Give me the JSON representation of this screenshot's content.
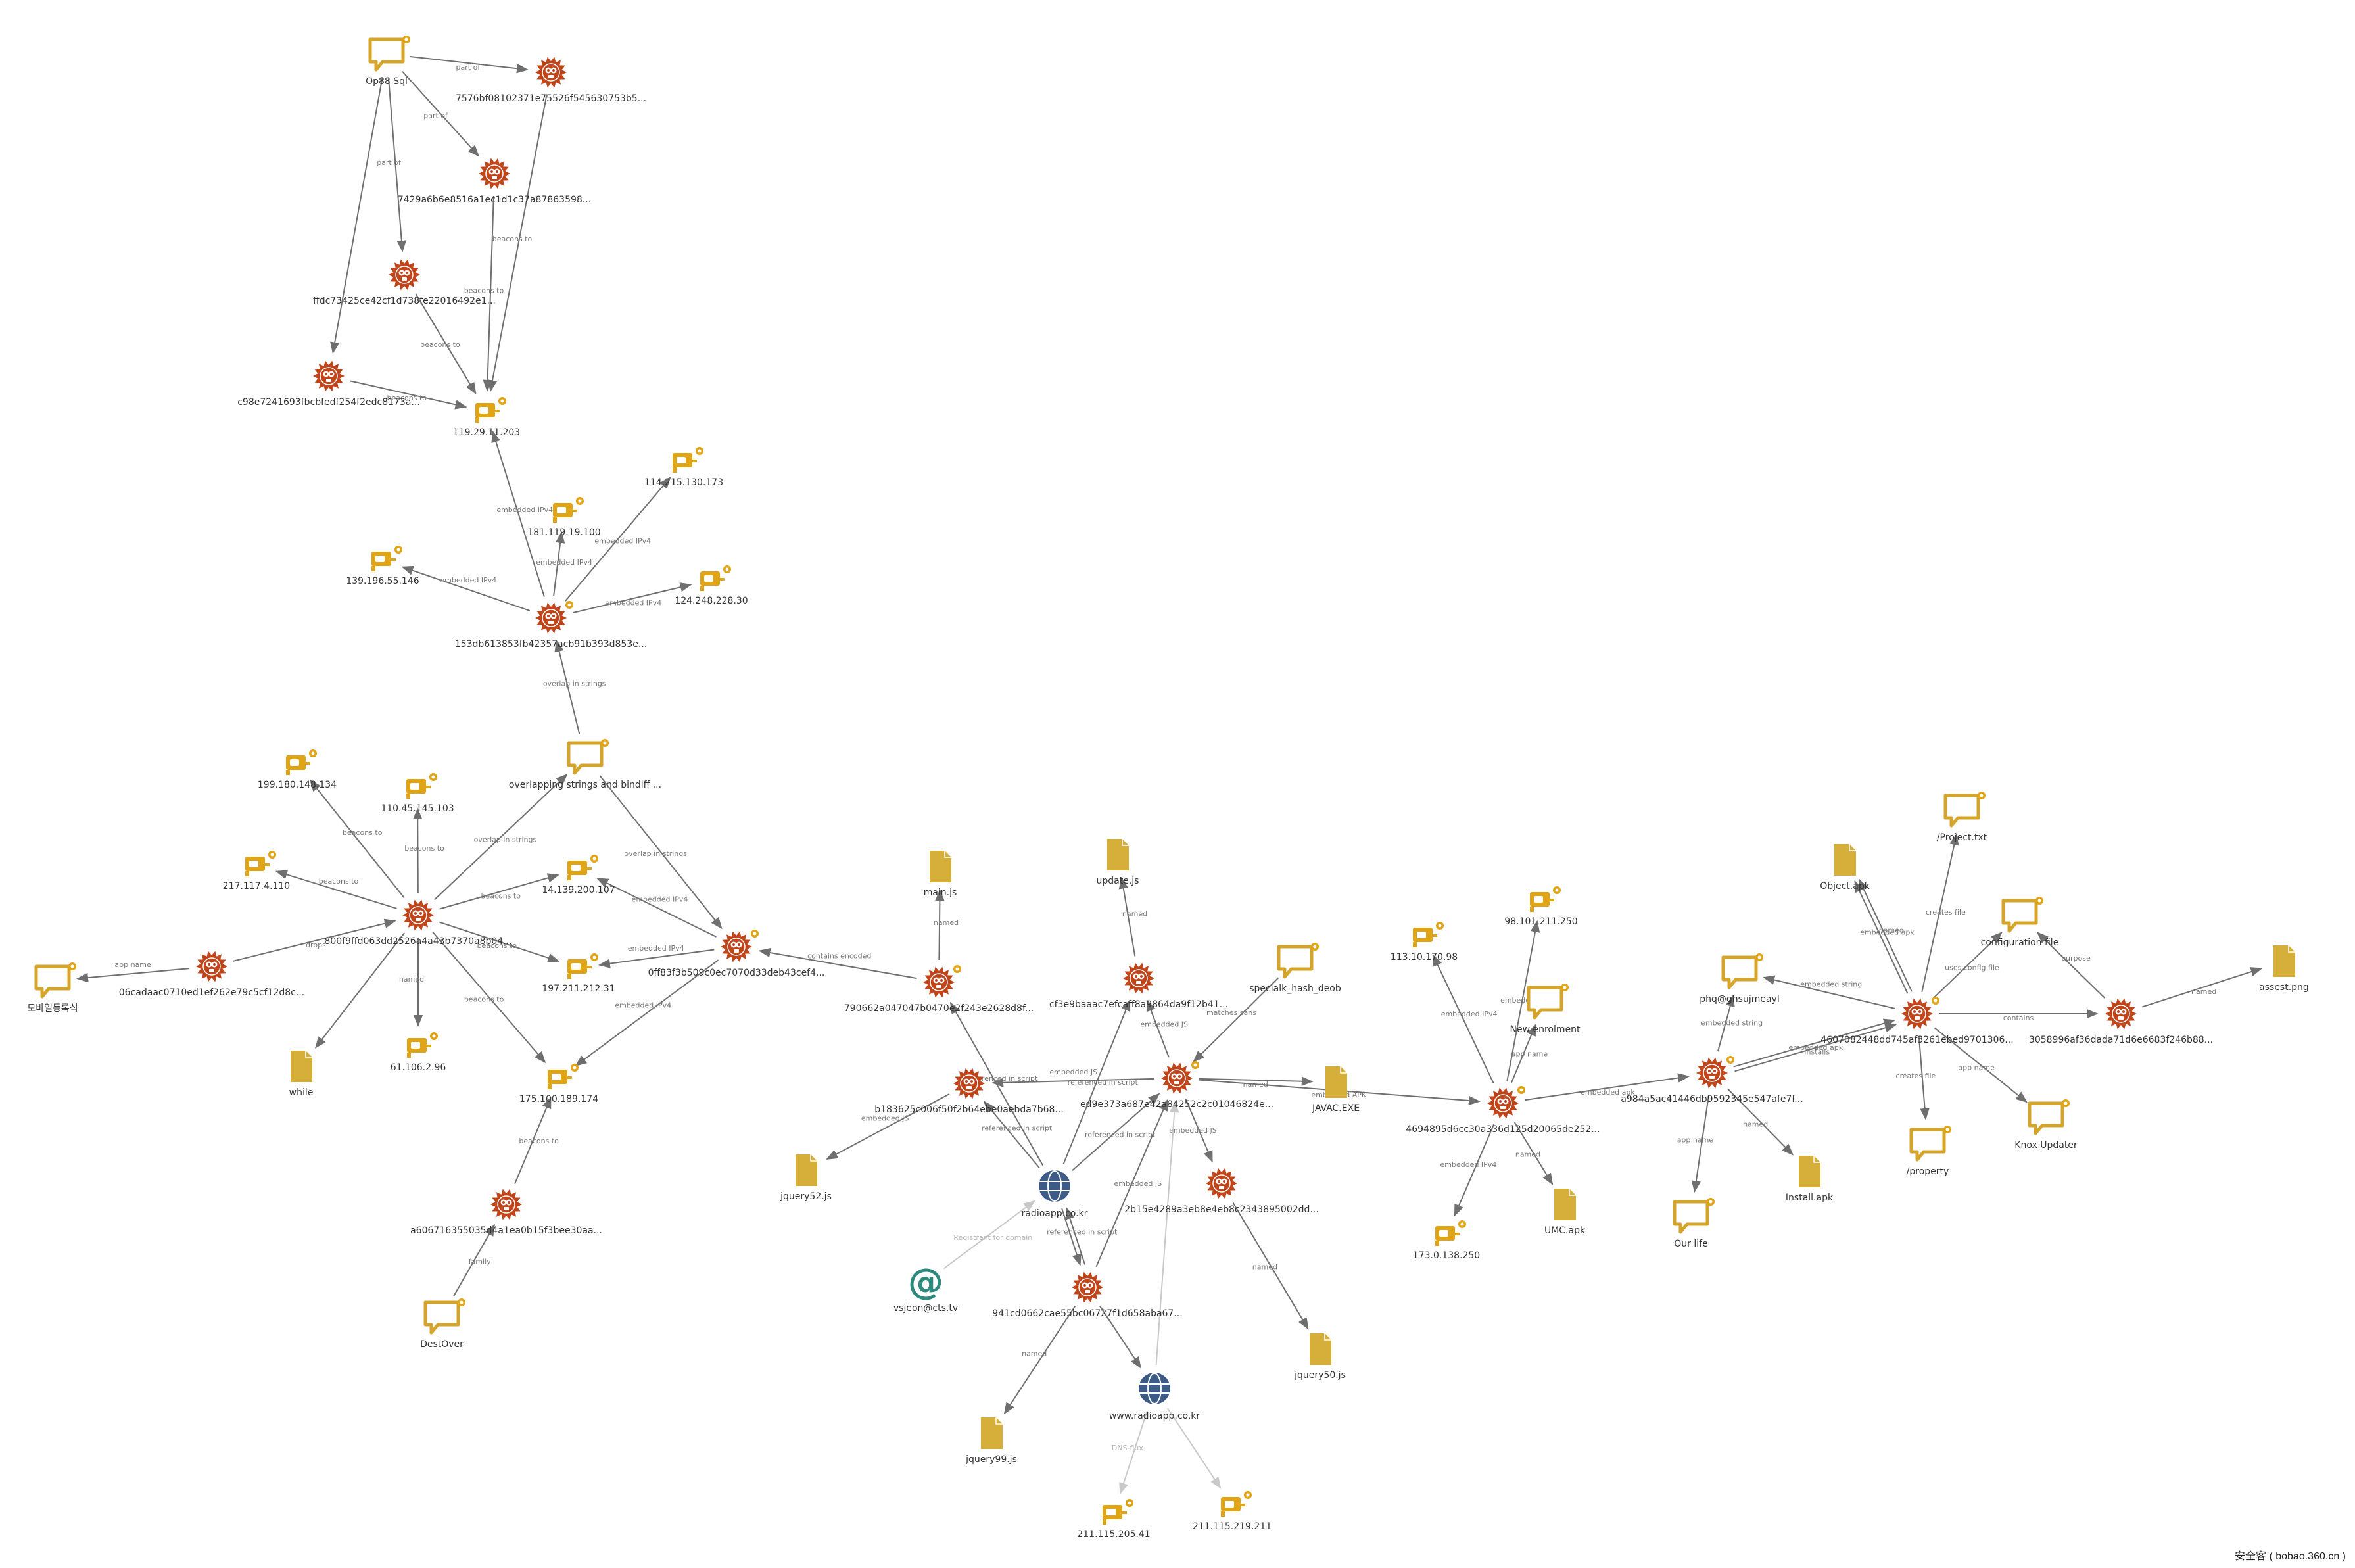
{
  "colors": {
    "malware": "#c1451b",
    "server": "#e0a417",
    "comment": "#d4a52a",
    "file": "#d6ae3a",
    "domain": "#3d5b87",
    "email": "#2e8a7e",
    "edge": "#6f6f6f",
    "edge_faint": "#c8c8c8"
  },
  "nodes": [
    {
      "id": "op88",
      "type": "comment",
      "label": "Op88 Sql"
    },
    {
      "id": "h7576",
      "type": "malware",
      "label": "7576bf08102371e75526f545630753b5..."
    },
    {
      "id": "h7429",
      "type": "malware",
      "label": "7429a6b6e8516a1ec1d1c37a87863598..."
    },
    {
      "id": "hffdc",
      "type": "malware",
      "label": "ffdc73425ce42cf1d738fe22016492e1..."
    },
    {
      "id": "hc98e",
      "type": "malware",
      "label": "c98e7241693fbcbfedf254f2edc8173a..."
    },
    {
      "id": "ip119",
      "type": "server",
      "label": "119.29.11.203"
    },
    {
      "id": "ip114",
      "type": "server",
      "label": "114.215.130.173"
    },
    {
      "id": "ip181",
      "type": "server",
      "label": "181.119.19.100"
    },
    {
      "id": "ip139",
      "type": "server",
      "label": "139.196.55.146"
    },
    {
      "id": "ip124",
      "type": "server",
      "label": "124.248.228.30"
    },
    {
      "id": "h153d",
      "type": "malware",
      "label": "153db613853fb42357acb91b393d853e...",
      "badge": true
    },
    {
      "id": "overlap",
      "type": "comment",
      "label": "overlapping strings and bindiff ..."
    },
    {
      "id": "ip199",
      "type": "server",
      "label": "199.180.148.134"
    },
    {
      "id": "ip110",
      "type": "server",
      "label": "110.45.145.103"
    },
    {
      "id": "ip217",
      "type": "server",
      "label": "217.117.4.110"
    },
    {
      "id": "ip14",
      "type": "server",
      "label": "14.139.200.107"
    },
    {
      "id": "h800f",
      "type": "malware",
      "label": "800f9ffd063dd2526a4a43b7370a8b04..."
    },
    {
      "id": "h06ca",
      "type": "malware",
      "label": "06cadaac0710ed1ef262e79c5cf12d8c..."
    },
    {
      "id": "korean",
      "type": "comment",
      "label": "모바일등록식"
    },
    {
      "id": "ip197",
      "type": "server",
      "label": "197.211.212.31"
    },
    {
      "id": "h0ff8",
      "type": "malware",
      "label": "0ff83f3b509c0ec7070d33deb43cef4...",
      "badge": true
    },
    {
      "id": "while",
      "type": "file",
      "label": "while"
    },
    {
      "id": "ip61",
      "type": "server",
      "label": "61.106.2.96"
    },
    {
      "id": "ip175",
      "type": "server",
      "label": "175.100.189.174"
    },
    {
      "id": "ha606",
      "type": "malware",
      "label": "a606716355035d4a1ea0b15f3bee30aa..."
    },
    {
      "id": "destover",
      "type": "comment",
      "label": "DestOver"
    },
    {
      "id": "mainjs",
      "type": "file",
      "label": "main.js"
    },
    {
      "id": "h7906",
      "type": "malware",
      "label": "790662a047047b0470e2f243e2628d8f...",
      "badge": true
    },
    {
      "id": "updatejs",
      "type": "file",
      "label": "update.js"
    },
    {
      "id": "hcf3e",
      "type": "malware",
      "label": "cf3e9baaac7efcaff8a9864da9f12b41..."
    },
    {
      "id": "specialk",
      "type": "comment",
      "label": "specialk_hash_deob"
    },
    {
      "id": "hed9e",
      "type": "malware",
      "label": "ed9e373a687e42a84252c2c01046824e...",
      "badge": true
    },
    {
      "id": "javac",
      "type": "file",
      "label": "JAVAC.EXE"
    },
    {
      "id": "hb183",
      "type": "malware",
      "label": "b183625c006f50f2b64ebe0aebda7b68..."
    },
    {
      "id": "jquery52",
      "type": "file",
      "label": "jquery52.js"
    },
    {
      "id": "radioapp",
      "type": "domain",
      "label": "radioapp.co.kr"
    },
    {
      "id": "h2b15",
      "type": "malware",
      "label": "2b15e4289a3eb8e4eb8c2343895002dd..."
    },
    {
      "id": "vsjeon",
      "type": "email",
      "label": "vsjeon@cts.tv"
    },
    {
      "id": "h941c",
      "type": "malware",
      "label": "941cd0662cae55bc06727f1d658aba67..."
    },
    {
      "id": "jquery99",
      "type": "file",
      "label": "jquery99.js"
    },
    {
      "id": "wwwradio",
      "type": "domain",
      "label": "www.radioapp.co.kr"
    },
    {
      "id": "jquery50",
      "type": "file",
      "label": "jquery50.js"
    },
    {
      "id": "ip211a",
      "type": "server",
      "label": "211.115.205.41"
    },
    {
      "id": "ip211b",
      "type": "server",
      "label": "211.115.219.211"
    },
    {
      "id": "ip113",
      "type": "server",
      "label": "113.10.170.98"
    },
    {
      "id": "ip98",
      "type": "server",
      "label": "98.101.211.250"
    },
    {
      "id": "newenrol",
      "type": "comment",
      "label": "New enrolment"
    },
    {
      "id": "h4694",
      "type": "malware",
      "label": "4694895d6cc30a336d125d20065de252...",
      "badge": true
    },
    {
      "id": "ip173",
      "type": "server",
      "label": "173.0.138.250"
    },
    {
      "id": "umcapk",
      "type": "file",
      "label": "UMC.apk"
    },
    {
      "id": "ha984",
      "type": "malware",
      "label": "a984a5ac41446db9592345e547afe7f...",
      "badge": true
    },
    {
      "id": "phq",
      "type": "comment",
      "label": "phq@ghsujmeayl"
    },
    {
      "id": "ourlife",
      "type": "comment",
      "label": "Our life"
    },
    {
      "id": "installapk",
      "type": "file",
      "label": "Install.apk"
    },
    {
      "id": "objectapk",
      "type": "file",
      "label": "Object.apk"
    },
    {
      "id": "projecttxt",
      "type": "comment",
      "label": "/Project.txt"
    },
    {
      "id": "config",
      "type": "comment",
      "label": "configuration file"
    },
    {
      "id": "h4607",
      "type": "malware",
      "label": "4607082448dd745af3261ebed9701306...",
      "badge": true
    },
    {
      "id": "property",
      "type": "comment",
      "label": "/property"
    },
    {
      "id": "knox",
      "type": "comment",
      "label": "Knox Updater"
    },
    {
      "id": "h3058",
      "type": "malware",
      "label": "3058996af36dada71d6e6683f246b88..."
    },
    {
      "id": "assetpng",
      "type": "file",
      "label": "assest.png"
    }
  ],
  "edges": [
    {
      "from": "op88",
      "to": "h7576",
      "label": "part of"
    },
    {
      "from": "op88",
      "to": "h7429",
      "label": "part of"
    },
    {
      "from": "op88",
      "to": "hffdc",
      "label": "part of"
    },
    {
      "from": "op88",
      "to": "hc98e",
      "label": ""
    },
    {
      "from": "h7576",
      "to": "ip119",
      "label": "beacons to"
    },
    {
      "from": "h7429",
      "to": "ip119",
      "label": "beacons to"
    },
    {
      "from": "hffdc",
      "to": "ip119",
      "label": "beacons to"
    },
    {
      "from": "hc98e",
      "to": "ip119",
      "label": "beacons to"
    },
    {
      "from": "h153d",
      "to": "ip119",
      "label": "embedded IPv4"
    },
    {
      "from": "h153d",
      "to": "ip181",
      "label": "embedded IPv4"
    },
    {
      "from": "h153d",
      "to": "ip114",
      "label": "embedded IPv4"
    },
    {
      "from": "h153d",
      "to": "ip139",
      "label": "embedded IPv4"
    },
    {
      "from": "h153d",
      "to": "ip124",
      "label": "embedded IPv4"
    },
    {
      "from": "overlap",
      "to": "h153d",
      "label": "overlap in strings"
    },
    {
      "from": "h800f",
      "to": "overlap",
      "label": "overlap in strings"
    },
    {
      "from": "overlap",
      "to": "h0ff8",
      "label": "overlap in strings"
    },
    {
      "from": "h800f",
      "to": "ip199",
      "label": "beacons to"
    },
    {
      "from": "h800f",
      "to": "ip110",
      "label": "beacons to"
    },
    {
      "from": "h800f",
      "to": "ip217",
      "label": "beacons to"
    },
    {
      "from": "h800f",
      "to": "ip14",
      "label": "beacons to"
    },
    {
      "from": "h800f",
      "to": "ip197",
      "label": "beacons to"
    },
    {
      "from": "h800f",
      "to": "ip175",
      "label": "beacons to"
    },
    {
      "from": "h800f",
      "to": "ip61",
      "label": "named"
    },
    {
      "from": "h800f",
      "to": "while",
      "label": ""
    },
    {
      "from": "h06ca",
      "to": "h800f",
      "label": "drops"
    },
    {
      "from": "h06ca",
      "to": "korean",
      "label": "app name"
    },
    {
      "from": "h0ff8",
      "to": "ip14",
      "label": "embedded IPv4"
    },
    {
      "from": "h0ff8",
      "to": "ip197",
      "label": "embedded IPv4"
    },
    {
      "from": "h0ff8",
      "to": "ip175",
      "label": "embedded IPv4"
    },
    {
      "from": "ha606",
      "to": "ip175",
      "label": "beacons to"
    },
    {
      "from": "destover",
      "to": "ha606",
      "label": "family"
    },
    {
      "from": "h7906",
      "to": "h0ff8",
      "label": "contains encoded"
    },
    {
      "from": "h7906",
      "to": "mainjs",
      "label": "named"
    },
    {
      "from": "hcf3e",
      "to": "updatejs",
      "label": "named"
    },
    {
      "from": "specialk",
      "to": "hed9e",
      "label": "matches sans"
    },
    {
      "from": "hed9e",
      "to": "hcf3e",
      "label": "embedded JS"
    },
    {
      "from": "hed9e",
      "to": "hb183",
      "label": "embedded JS"
    },
    {
      "from": "hed9e",
      "to": "javac",
      "label": "named"
    },
    {
      "from": "hed9e",
      "to": "h4694",
      "label": "embedded APK"
    },
    {
      "from": "hed9e",
      "to": "h2b15",
      "label": "embedded JS"
    },
    {
      "from": "hb183",
      "to": "jquery52",
      "label": "embedded JS"
    },
    {
      "from": "radioapp",
      "to": "h7906",
      "label": "referenced in script"
    },
    {
      "from": "radioapp",
      "to": "hcf3e",
      "label": "referenced in script"
    },
    {
      "from": "radioapp",
      "to": "hb183",
      "label": "referenced in script"
    },
    {
      "from": "radioapp",
      "to": "hed9e",
      "label": "referenced in script"
    },
    {
      "from": "radioapp",
      "to": "h941c",
      "label": ""
    },
    {
      "from": "h941c",
      "to": "radioapp",
      "label": "referenced in script"
    },
    {
      "from": "h941c",
      "to": "hed9e",
      "label": "embedded JS"
    },
    {
      "from": "h941c",
      "to": "jquery99",
      "label": "named"
    },
    {
      "from": "h941c",
      "to": "wwwradio",
      "label": ""
    },
    {
      "from": "wwwradio",
      "to": "hed9e",
      "label": "",
      "faint": true
    },
    {
      "from": "vsjeon",
      "to": "radioapp",
      "label": "Registrant for domain",
      "faint": true
    },
    {
      "from": "wwwradio",
      "to": "ip211a",
      "label": "DNS-flux",
      "faint": true
    },
    {
      "from": "wwwradio",
      "to": "ip211b",
      "label": "",
      "faint": true
    },
    {
      "from": "h2b15",
      "to": "jquery50",
      "label": "named"
    },
    {
      "from": "h4694",
      "to": "ip113",
      "label": "embedded IPv4"
    },
    {
      "from": "h4694",
      "to": "ip98",
      "label": "embedded IPv4"
    },
    {
      "from": "h4694",
      "to": "newenrol",
      "label": "app name"
    },
    {
      "from": "h4694",
      "to": "ip173",
      "label": "embedded IPv4"
    },
    {
      "from": "h4694",
      "to": "umcapk",
      "label": "named"
    },
    {
      "from": "h4694",
      "to": "ha984",
      "label": "embedded apk"
    },
    {
      "from": "ha984",
      "to": "phq",
      "label": "embedded string"
    },
    {
      "from": "ha984",
      "to": "ourlife",
      "label": "app name"
    },
    {
      "from": "ha984",
      "to": "installapk",
      "label": "named"
    },
    {
      "from": "ha984",
      "to": "h4607",
      "label": "embedded apk"
    },
    {
      "from": "ha984",
      "to": "h4607",
      "label": "installs"
    },
    {
      "from": "h4607",
      "to": "phq",
      "label": "embedded string"
    },
    {
      "from": "h4607",
      "to": "objectapk",
      "label": "embedded apk"
    },
    {
      "from": "h4607",
      "to": "objectapk",
      "label": "named"
    },
    {
      "from": "h4607",
      "to": "projecttxt",
      "label": "creates file"
    },
    {
      "from": "h4607",
      "to": "config",
      "label": "uses config file"
    },
    {
      "from": "h4607",
      "to": "property",
      "label": "creates file"
    },
    {
      "from": "h4607",
      "to": "knox",
      "label": "app name"
    },
    {
      "from": "h4607",
      "to": "h3058",
      "label": "contains"
    },
    {
      "from": "h3058",
      "to": "config",
      "label": "purpose"
    },
    {
      "from": "h3058",
      "to": "assetpng",
      "label": "named"
    }
  ],
  "watermark": "安全客 ( bobao.360.cn )"
}
